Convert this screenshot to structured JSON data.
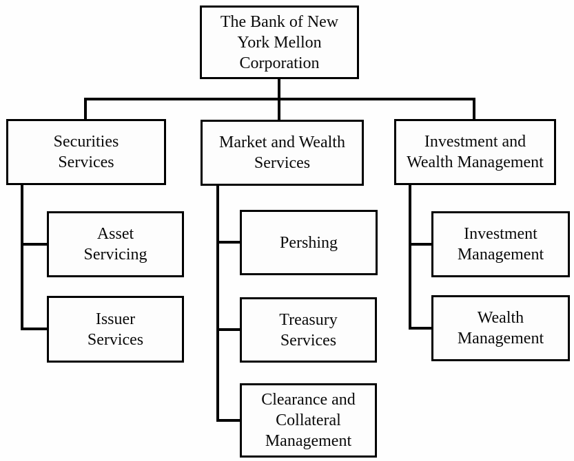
{
  "org": {
    "root": {
      "label": "The Bank of New\nYork Mellon\nCorporation"
    },
    "divisions": [
      {
        "label": "Securities\nServices",
        "children": [
          {
            "label": "Asset\nServicing"
          },
          {
            "label": "Issuer\nServices"
          }
        ]
      },
      {
        "label": "Market and Wealth\nServices",
        "children": [
          {
            "label": "Pershing"
          },
          {
            "label": "Treasury\nServices"
          },
          {
            "label": "Clearance and\nCollateral\nManagement"
          }
        ]
      },
      {
        "label": "Investment and\nWealth Management",
        "children": [
          {
            "label": "Investment\nManagement"
          },
          {
            "label": "Wealth\nManagement"
          }
        ]
      }
    ]
  },
  "colors": {
    "line": "#000000",
    "box_border": "#000000",
    "background": "#fefefe",
    "text": "#0a0a0a"
  }
}
